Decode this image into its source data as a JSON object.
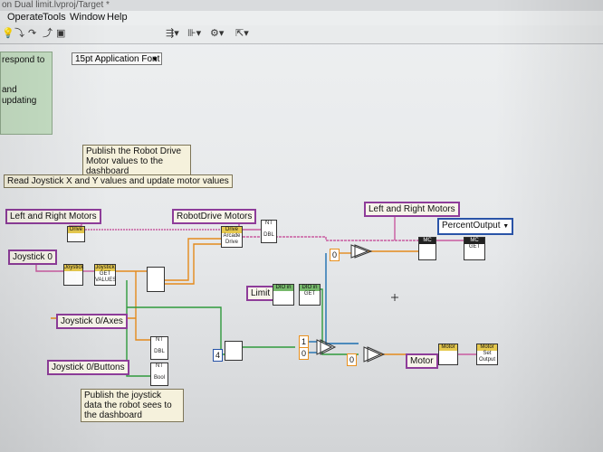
{
  "window": {
    "title": "on Dual limit.lvproj/Target *"
  },
  "menu": {
    "items": [
      "Operate",
      "Tools",
      "Window",
      "Help"
    ]
  },
  "toolbar": {
    "font_selector": "15pt Application Font"
  },
  "canvas": {
    "partial_comment_lines": [
      "respond to",
      "and updating"
    ],
    "comments": {
      "publish_drive": "Publish the Robot Drive Motor values to the dashboard",
      "read_joystick": "Read Joystick X and Y values and update motor values",
      "publish_joystick": "Publish the joystick data the robot sees to the dashboard"
    },
    "labels": {
      "left_right_motors": "Left and Right Motors",
      "robotdrive_motors": "RobotDrive Motors",
      "joystick0": "Joystick 0",
      "joystick0_axes": "Joystick 0/Axes",
      "joystick0_buttons": "Joystick 0/Buttons",
      "limit": "Limit",
      "left_right_motors_2": "Left and Right Motors",
      "motor": "Motor"
    },
    "ring_control": "PercentOutput",
    "constants": {
      "c0a": "0",
      "c1": "1",
      "c0b": "0",
      "c0c": "0",
      "c4": "4"
    },
    "vi_nodes": {
      "drive": "Drive",
      "drive_arcade": "Drive",
      "arcade_text": "Arcade Drive",
      "nt": "NT",
      "dbl": "DBL",
      "joystick": "Joystick",
      "get_values": "GET VALUES",
      "nt_bool": "Bool",
      "dio_in": "DIO in",
      "get": "GET",
      "mc": "MC",
      "motor_hdr": "Motor",
      "set_output": "Set Output"
    }
  },
  "colors": {
    "label_border": "#8e3d9a",
    "wire_pink": "#c95aa0",
    "wire_orange": "#e48a1c",
    "wire_green": "#2f9a3c"
  }
}
